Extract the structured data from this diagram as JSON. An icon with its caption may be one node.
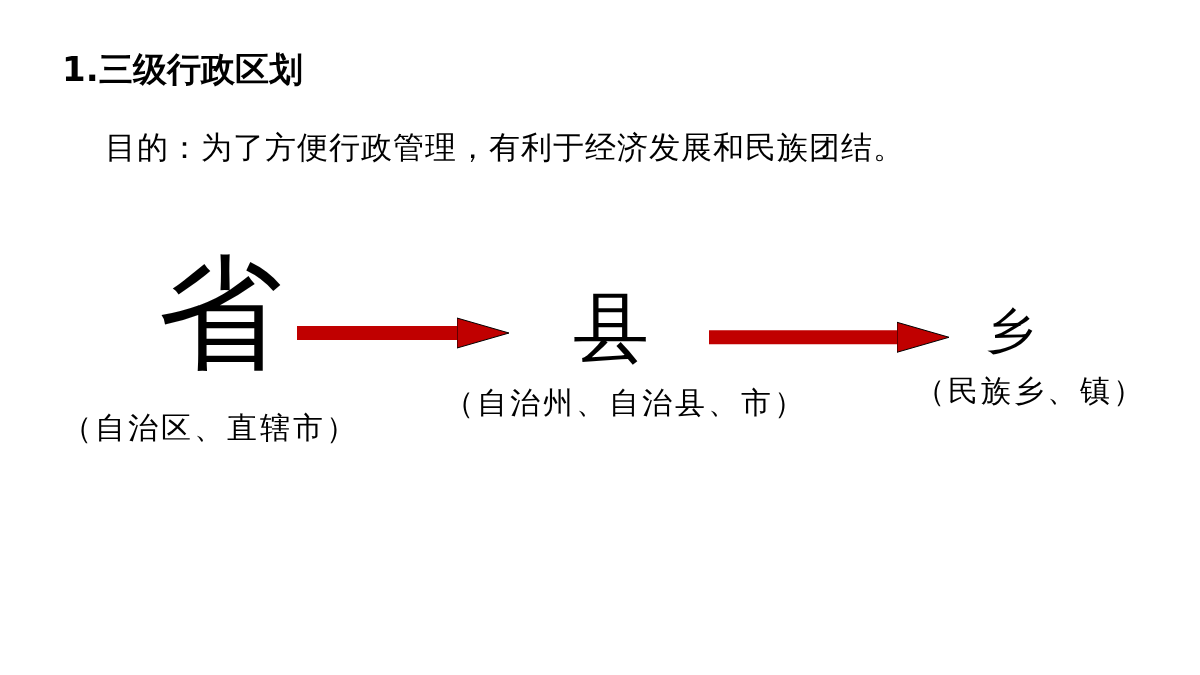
{
  "diagram": {
    "title": "1.三级行政区划",
    "nodes": [
      {
        "text": [
          "省"
        ],
        "beside": [
          "（自治区、直辖市）"
        ]
      },
      {
        "text": [
          "县"
        ],
        "beside": [
          "（自治州、自治县、市）"
        ]
      },
      {
        "text": [
          "乡"
        ],
        "beside": [
          "（民族乡、镇）"
        ]
      }
    ],
    "edges": [
      {
        "from": 0,
        "to": 1,
        "arrow": "to"
      },
      {
        "from": 1,
        "to": 2,
        "arrow": "to"
      }
    ],
    "labels": [
      "目的：为了方便行政管理，有利于经济发展和民族团结。"
    ]
  }
}
